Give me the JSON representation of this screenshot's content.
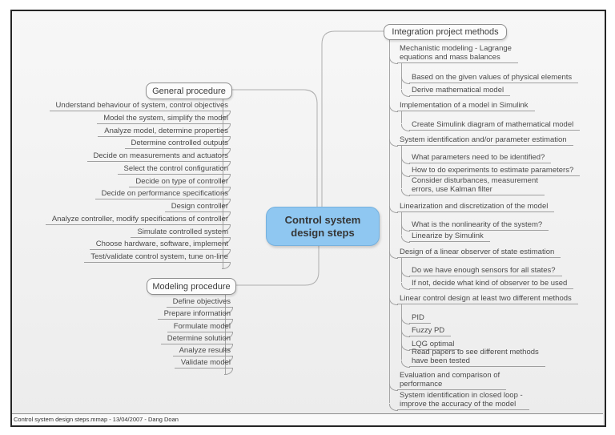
{
  "central": {
    "line1": "Control system",
    "line2": "design steps"
  },
  "general": {
    "title": "General procedure",
    "items": [
      "Understand behaviour of system, control objectives",
      "Model the system, simplify the model",
      "Analyze model, determine properties",
      "Determine controlled outputs",
      "Decide on measurements and actuators",
      "Select the control configuration",
      "Decide on type of controller",
      "Decide on performance specifications",
      "Design controller",
      "Analyze controller, modify specifications of controller",
      "Simulate controlled system",
      "Choose hardware, software, implement",
      "Test/validate control system, tune on-line"
    ]
  },
  "modeling": {
    "title": "Modeling procedure",
    "items": [
      "Define objectives",
      "Prepare information",
      "Formulate model",
      "Determine solution",
      "Analyze results",
      "Validate model"
    ]
  },
  "integration": {
    "title": "Integration project methods",
    "items": [
      {
        "line1": "Mechanistic modeling - Lagrange",
        "line2": "equations and mass balances",
        "children": [
          "Based on the given values of physical elements",
          "Derive mathematical model"
        ]
      },
      {
        "label": "Implementation of a model in Simulink",
        "children": [
          "Create Simulink diagram of mathematical model"
        ]
      },
      {
        "label": "System identification and/or parameter estimation",
        "children": [
          "What parameters need to be identified?",
          "How to do experiments to estimate parameters?",
          {
            "line1": "Consider disturbances, measurement",
            "line2": "errors, use Kalman filter"
          }
        ]
      },
      {
        "label": "Linearization and discretization of the model",
        "children": [
          "What is the nonlinearity of the system?",
          "Linearize by Simulink"
        ]
      },
      {
        "label": "Design of a linear observer of state estimation",
        "children": [
          "Do we have enough sensors for all states?",
          "If not, decide what kind of observer to be used"
        ]
      },
      {
        "label": "Linear control design at least two different methods",
        "children": [
          "PID",
          "Fuzzy PD",
          "LQG optimal",
          {
            "line1": "Read papers to see different methods",
            "line2": "have been tested"
          }
        ]
      },
      {
        "line1": "Evaluation and comparison of",
        "line2": "performance"
      },
      {
        "line1": "System identification in closed loop -",
        "line2": "improve the accuracy of the model"
      }
    ]
  },
  "statusbar": {
    "text": "Control system design steps.mmap - 13/04/2007 - Dang Doan"
  },
  "colors": {
    "central_fill": "#8fc7f1",
    "line": "#9f9f9f",
    "canvas": "#f2f2f2"
  }
}
